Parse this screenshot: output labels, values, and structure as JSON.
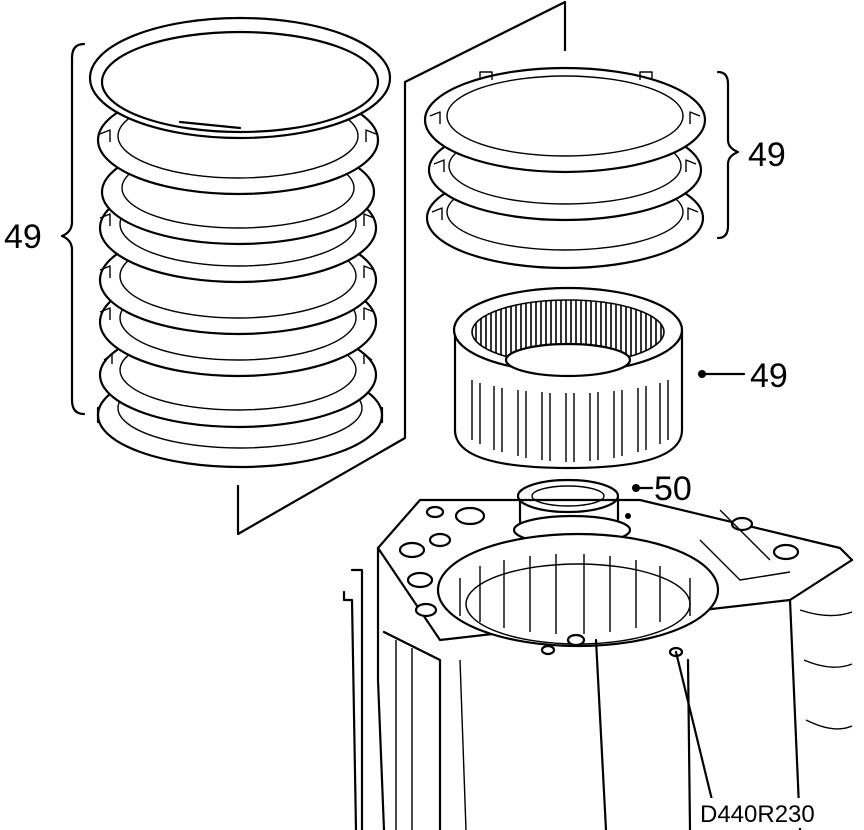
{
  "callouts": {
    "left_stack": "49",
    "right_stack": "49",
    "drum": "49",
    "seal": "50"
  },
  "drawing_code": "D440R230"
}
